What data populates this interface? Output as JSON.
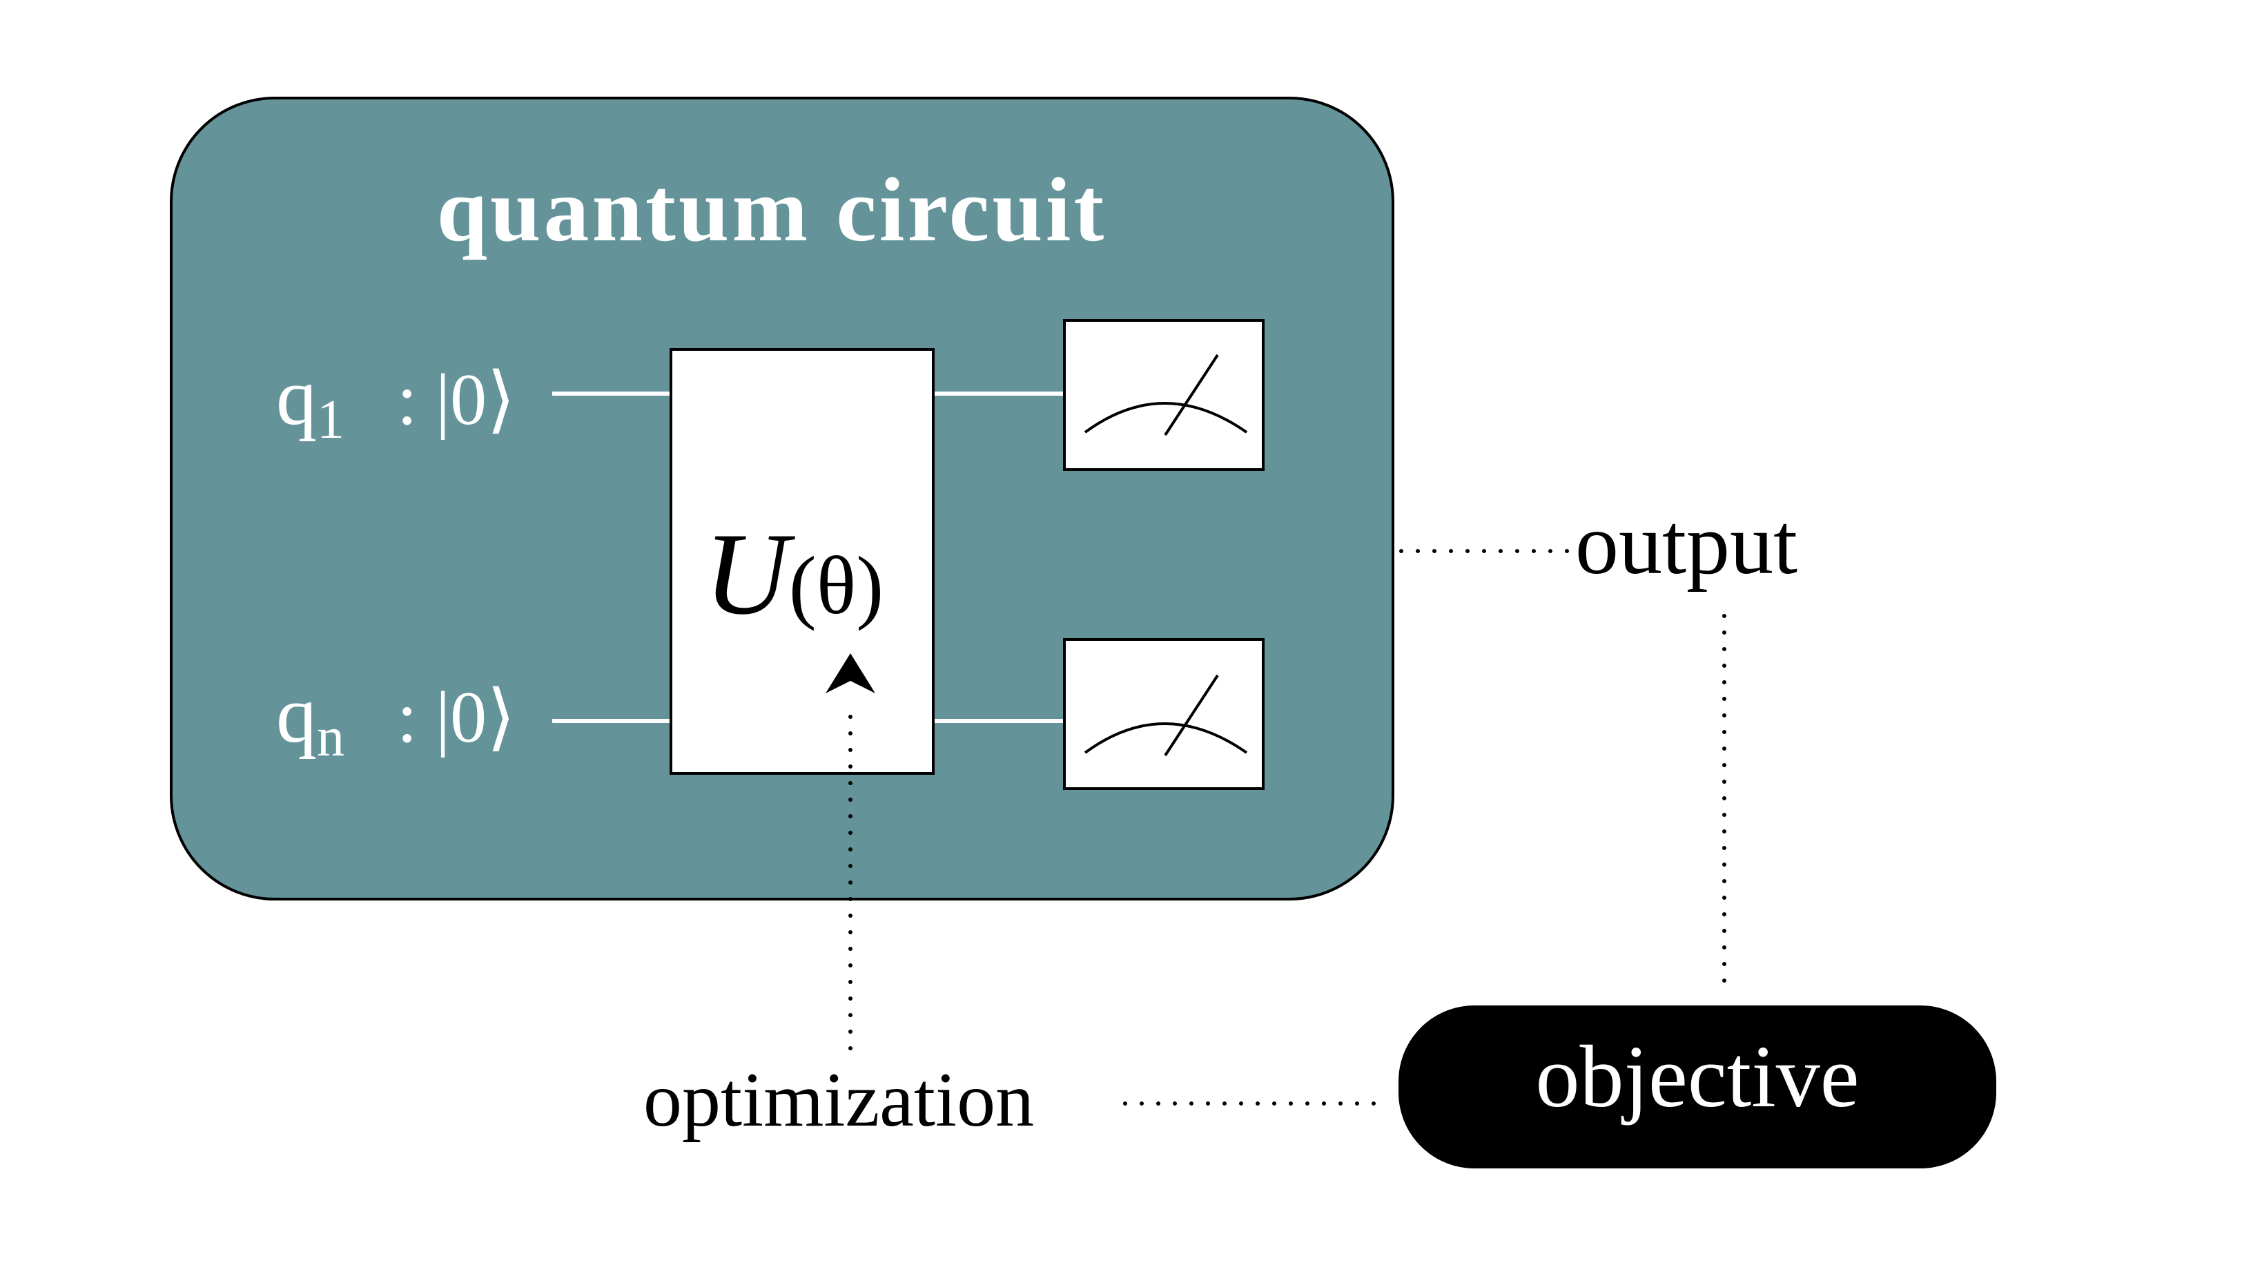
{
  "colors": {
    "circuit_fill": "#64949a",
    "background": "#ffffff",
    "objective_fill": "#000000",
    "line": "#000000",
    "white": "#ffffff"
  },
  "circuit": {
    "title": "quantum circuit",
    "qubits": [
      {
        "name": "q",
        "subscript": "1",
        "state": ": |0⟩"
      },
      {
        "name": "q",
        "subscript": "n",
        "state": ": |0⟩"
      }
    ],
    "gate": {
      "symbol": "U",
      "parameter": "(θ)"
    },
    "measurement_icon": "meter-icon"
  },
  "labels": {
    "output": "output",
    "objective": "objective",
    "optimization": "optimization"
  },
  "icons": {
    "arrow": "arrow-up-icon"
  }
}
